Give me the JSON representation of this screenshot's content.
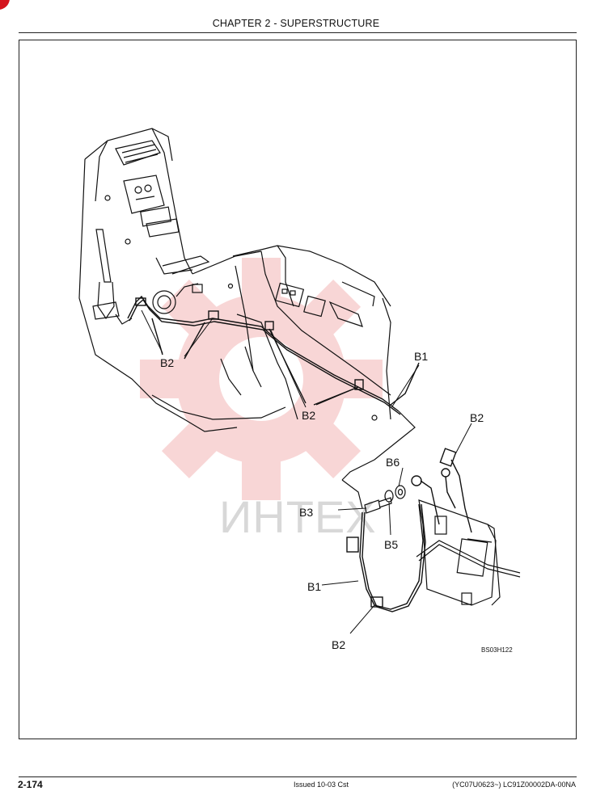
{
  "header": {
    "chapter_title": "CHAPTER 2 - SUPERSTRUCTURE"
  },
  "watermark": {
    "text": "ИНТЕХ",
    "color": "#f4b5b5"
  },
  "figure": {
    "code": "BS03H122",
    "callouts": {
      "b2_left": "B2",
      "b2_center": "B2",
      "b1_top": "B1",
      "b2_top_right": "B2",
      "b6": "B6",
      "b3": "B3",
      "b5": "B5",
      "b1_bottom": "B1",
      "b2_bottom": "B2"
    }
  },
  "footer": {
    "page_number": "2-174",
    "issued": "Issued 10-03   Cst",
    "doc_code": "(YC07U0623~)   LC91Z00002DA-00NA"
  },
  "colors": {
    "ink": "#111111",
    "corner_mark": "#d4141e"
  }
}
